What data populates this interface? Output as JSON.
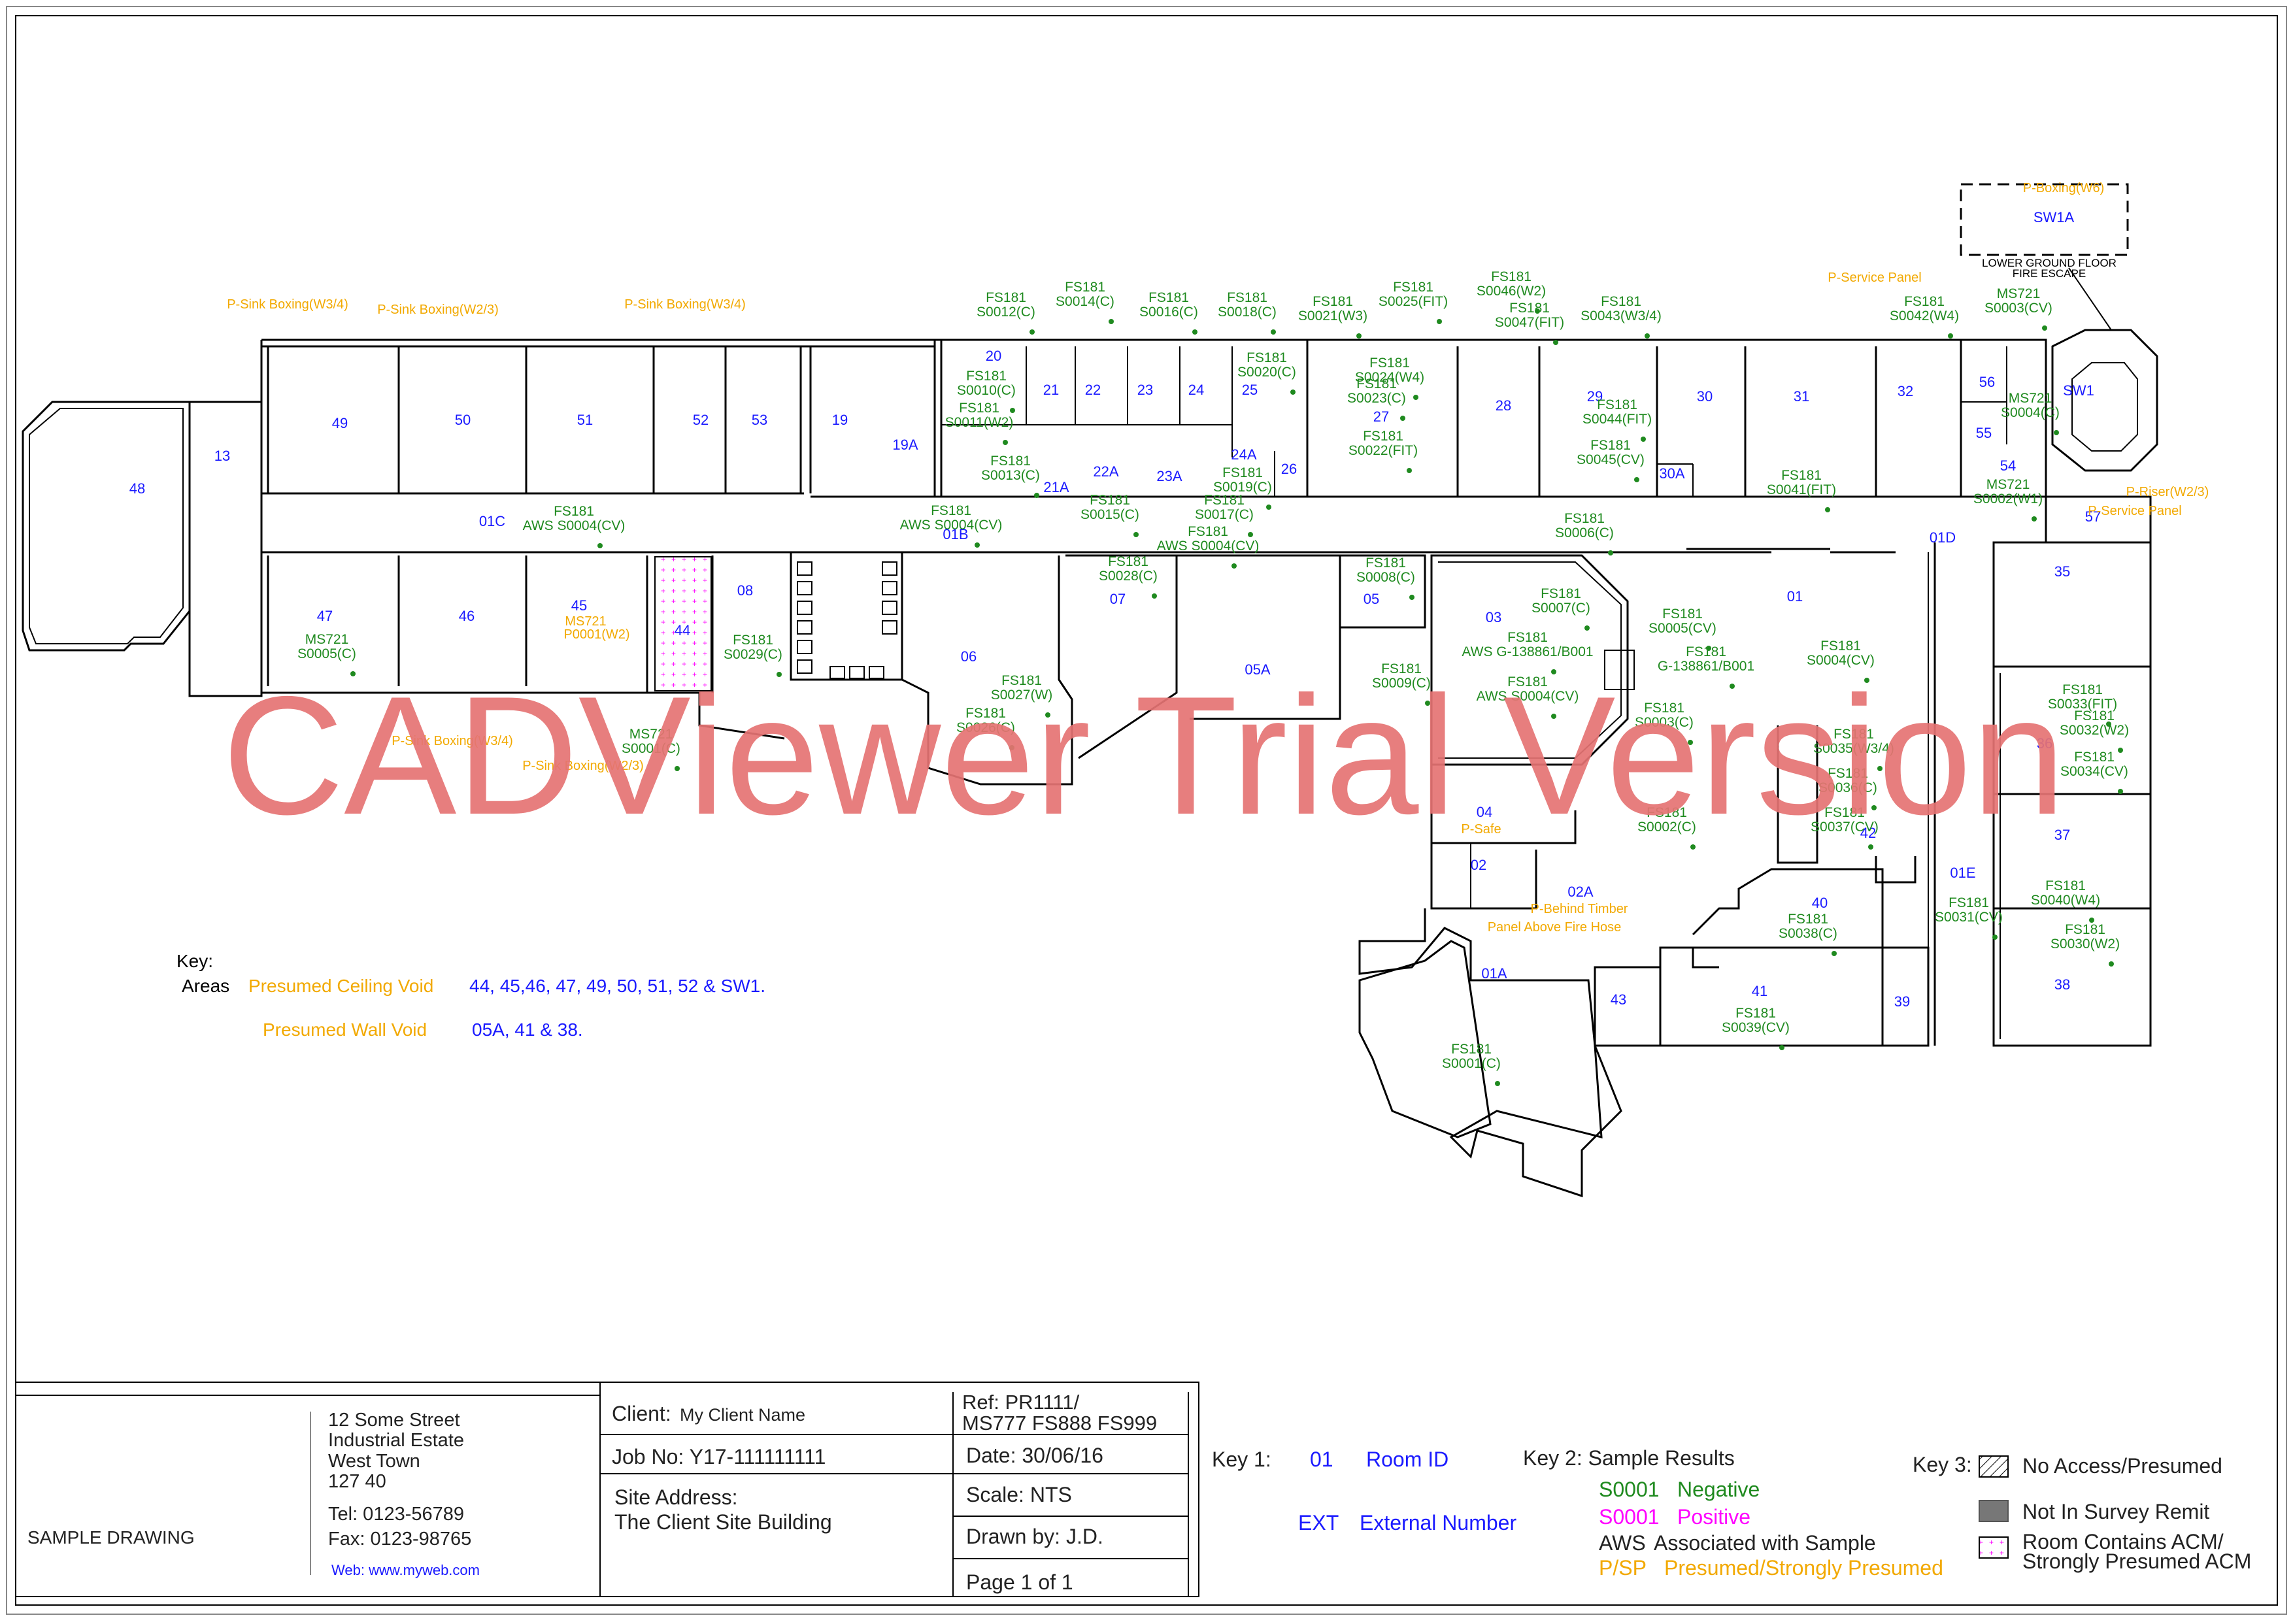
{
  "watermark": "CADViewer Trial Version",
  "colors": {
    "room_id": "#1a1aff",
    "negative": "#1f8a1f",
    "positive": "#ff00ff",
    "presumed": "#f2a900",
    "watermark": "#e57373"
  },
  "rooms": [
    {
      "id": "48"
    },
    {
      "id": "13"
    },
    {
      "id": "49"
    },
    {
      "id": "50"
    },
    {
      "id": "51"
    },
    {
      "id": "52"
    },
    {
      "id": "53"
    },
    {
      "id": "19"
    },
    {
      "id": "19A"
    },
    {
      "id": "20"
    },
    {
      "id": "21"
    },
    {
      "id": "22"
    },
    {
      "id": "23"
    },
    {
      "id": "24"
    },
    {
      "id": "25"
    },
    {
      "id": "26"
    },
    {
      "id": "27"
    },
    {
      "id": "28"
    },
    {
      "id": "29"
    },
    {
      "id": "30"
    },
    {
      "id": "30A"
    },
    {
      "id": "31"
    },
    {
      "id": "32"
    },
    {
      "id": "56"
    },
    {
      "id": "55"
    },
    {
      "id": "SW1"
    },
    {
      "id": "54"
    },
    {
      "id": "57"
    },
    {
      "id": "SW1A"
    },
    {
      "id": "01C"
    },
    {
      "id": "01B"
    },
    {
      "id": "01D"
    },
    {
      "id": "47"
    },
    {
      "id": "46"
    },
    {
      "id": "45"
    },
    {
      "id": "44"
    },
    {
      "id": "08"
    },
    {
      "id": "06"
    },
    {
      "id": "07"
    },
    {
      "id": "05"
    },
    {
      "id": "05A"
    },
    {
      "id": "03"
    },
    {
      "id": "01"
    },
    {
      "id": "35"
    },
    {
      "id": "36"
    },
    {
      "id": "37"
    },
    {
      "id": "38"
    },
    {
      "id": "04"
    },
    {
      "id": "02"
    },
    {
      "id": "02A"
    },
    {
      "id": "01A"
    },
    {
      "id": "43"
    },
    {
      "id": "41"
    },
    {
      "id": "40"
    },
    {
      "id": "42"
    },
    {
      "id": "39"
    },
    {
      "id": "01E"
    },
    {
      "id": "21A"
    },
    {
      "id": "22A"
    },
    {
      "id": "23A"
    },
    {
      "id": "24A"
    }
  ],
  "samples": [
    {
      "lines": [
        "FS181",
        "S0012(C)"
      ]
    },
    {
      "lines": [
        "FS181",
        "S0014(C)"
      ]
    },
    {
      "lines": [
        "FS181",
        "S0016(C)"
      ]
    },
    {
      "lines": [
        "FS181",
        "S0018(C)"
      ]
    },
    {
      "lines": [
        "FS181",
        "S0021(W3)"
      ]
    },
    {
      "lines": [
        "FS181",
        "S0025(FIT)"
      ]
    },
    {
      "lines": [
        "FS181",
        "S0046(W2)"
      ]
    },
    {
      "lines": [
        "FS181",
        "S0047(FIT)"
      ]
    },
    {
      "lines": [
        "FS181",
        "S0043(W3/4)"
      ]
    },
    {
      "lines": [
        "FS181",
        "S0042(W4)"
      ]
    },
    {
      "lines": [
        "MS721",
        "S0003(CV)"
      ]
    },
    {
      "lines": [
        "FS181",
        "S0010(C)"
      ]
    },
    {
      "lines": [
        "FS181",
        "S0011(W2)"
      ]
    },
    {
      "lines": [
        "FS181",
        "S0020(C)"
      ]
    },
    {
      "lines": [
        "FS181",
        "S0024(W4)"
      ]
    },
    {
      "lines": [
        "FS181",
        "S0023(C)"
      ]
    },
    {
      "lines": [
        "FS181",
        "S0044(FIT)"
      ]
    },
    {
      "lines": [
        "FS181",
        "S0045(CV)"
      ]
    },
    {
      "lines": [
        "FS181",
        "S0022(FIT)"
      ]
    },
    {
      "lines": [
        "FS181",
        "S0041(FIT)"
      ]
    },
    {
      "lines": [
        "MS721",
        "S0004(C)"
      ]
    },
    {
      "lines": [
        "MS721",
        "S0002(W1)"
      ]
    },
    {
      "lines": [
        "FS181",
        "S0013(C)"
      ]
    },
    {
      "lines": [
        "FS181",
        "S0015(C)"
      ]
    },
    {
      "lines": [
        "FS181",
        "S0019(C)"
      ]
    },
    {
      "lines": [
        "FS181",
        "S0017(C)"
      ]
    },
    {
      "lines": [
        "FS181",
        "AWS S0004(CV)"
      ]
    },
    {
      "lines": [
        "FS181",
        "AWS S0004(CV)"
      ]
    },
    {
      "lines": [
        "FS181",
        "AWS S0004(CV)"
      ]
    },
    {
      "lines": [
        "FS181",
        "S0006(C)"
      ]
    },
    {
      "lines": [
        "FS181",
        "S0028(C)"
      ]
    },
    {
      "lines": [
        "FS181",
        "S0008(C)"
      ]
    },
    {
      "lines": [
        "FS181",
        "S0007(C)"
      ]
    },
    {
      "lines": [
        "FS181",
        "S0005(CV)"
      ]
    },
    {
      "lines": [
        "FS181",
        "AWS G-138861/B001"
      ]
    },
    {
      "lines": [
        "FS181",
        "G-138861/B001"
      ]
    },
    {
      "lines": [
        "FS181",
        "S0004(CV)"
      ]
    },
    {
      "lines": [
        "FS181",
        "AWS S0004(CV)"
      ]
    },
    {
      "lines": [
        "MS721",
        "S0005(C)"
      ]
    },
    {
      "lines": [
        "FS181",
        "S0029(C)"
      ]
    },
    {
      "lines": [
        "FS181",
        "S0027(W)"
      ]
    },
    {
      "lines": [
        "FS181",
        "S0026(C)"
      ]
    },
    {
      "lines": [
        "FS181",
        "S0009(C)"
      ]
    },
    {
      "lines": [
        "FS181",
        "S0003(C)"
      ]
    },
    {
      "lines": [
        "FS181",
        "S0035(W3/4)"
      ]
    },
    {
      "lines": [
        "FS181",
        "S0036(C)"
      ]
    },
    {
      "lines": [
        "FS181",
        "S0037(CV)"
      ]
    },
    {
      "lines": [
        "FS181",
        "S0033(FIT)"
      ]
    },
    {
      "lines": [
        "FS181",
        "S0032(W2)"
      ]
    },
    {
      "lines": [
        "FS181",
        "S0034(CV)"
      ]
    },
    {
      "lines": [
        "FS181",
        "S0002(C)"
      ]
    },
    {
      "lines": [
        "FS181",
        "S0038(C)"
      ]
    },
    {
      "lines": [
        "FS181",
        "S0039(CV)"
      ]
    },
    {
      "lines": [
        "FS181",
        "S0031(CV)"
      ]
    },
    {
      "lines": [
        "FS181",
        "S0040(W4)"
      ]
    },
    {
      "lines": [
        "FS181",
        "S0030(W2)"
      ]
    },
    {
      "lines": [
        "FS181",
        "S0001(C)"
      ]
    },
    {
      "lines": [
        "MS721",
        "S0001(C)"
      ]
    }
  ],
  "presumed_labels": [
    "P-Sink Boxing(W3/4)",
    "P-Sink Boxing(W2/3)",
    "P-Sink Boxing(W3/4)",
    "P-Boxing(W6)",
    "P-Service Panel",
    "P-Riser(W2/3)",
    "P-Service Panel",
    "MS721",
    "P0001(W2)",
    "P-Sink Boxing(W3/4)",
    "P-Sink Boxing(W2/3)",
    "P-Safe",
    "P-Behind Timber",
    "Panel Above Fire Hose"
  ],
  "fire_escape_label": [
    "LOWER GROUND FLOOR",
    "FIRE ESCAPE"
  ],
  "legend": {
    "key_title": "Key:",
    "areas_label": "Areas",
    "ceiling_label": "Presumed Ceiling Void",
    "ceiling_rooms": "44, 45,46, 47, 49, 50, 51, 52 & SW1.",
    "wall_label": "Presumed Wall Void",
    "wall_rooms": "05A, 41 & 38."
  },
  "title_block": {
    "drawing_name": "SAMPLE DRAWING",
    "address": [
      "12 Some Street",
      "Industrial Estate",
      "West Town",
      "127 40"
    ],
    "tel": "Tel: 0123-56789",
    "fax": "Fax: 0123-98765",
    "web": "Web: www.myweb.com",
    "client_label": "Client:",
    "client_value": "My Client Name",
    "ref": [
      "Ref: PR1111/",
      "MS777 FS888 FS999"
    ],
    "job_no": "Job No: Y17-111111111",
    "date": "Date: 30/06/16",
    "site_label": "Site Address:",
    "site_value": "The Client Site Building",
    "scale": "Scale: NTS",
    "drawn_by": "Drawn by: J.D.",
    "page": "Page 1 of 1"
  },
  "key1": {
    "title": "Key 1:",
    "id_num": "01",
    "id_label": "Room ID",
    "ext_code": "EXT",
    "ext_label": "External Number"
  },
  "key2": {
    "title": "Key 2: Sample Results",
    "neg_code": "S0001",
    "neg_label": "Negative",
    "pos_code": "S0001",
    "pos_label": "Positive",
    "aws_code": "AWS",
    "aws_label": "Associated with Sample",
    "psp_code": "P/SP",
    "psp_label": "Presumed/Strongly Presumed"
  },
  "key3": {
    "title": "Key 3:",
    "no_access": "No Access/Presumed",
    "not_in_remit": "Not In Survey Remit",
    "acm": [
      "Room Contains ACM/",
      "Strongly Presumed ACM"
    ]
  }
}
